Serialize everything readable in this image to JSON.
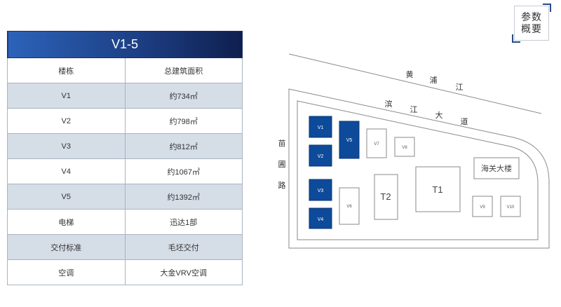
{
  "badge": {
    "line1": "参数",
    "line2": "概要"
  },
  "table": {
    "title": "V1-5",
    "headers": [
      "楼栋",
      "总建筑面积"
    ],
    "rows": [
      [
        "V1",
        "约734㎡"
      ],
      [
        "V2",
        "约798㎡"
      ],
      [
        "V3",
        "约812㎡"
      ],
      [
        "V4",
        "约1067㎡"
      ],
      [
        "V5",
        "约1392㎡"
      ],
      [
        "电梯",
        "迅达1部"
      ],
      [
        "交付标准",
        "毛坯交付"
      ],
      [
        "空调",
        "大金VRV空调"
      ]
    ]
  },
  "map": {
    "roads": {
      "huangpu": [
        "黄",
        "浦",
        "江"
      ],
      "binjiang": [
        "滨",
        "江",
        "大",
        "道"
      ],
      "miaopu": [
        "苗",
        "圃",
        "路"
      ]
    },
    "buildings": {
      "v1": "V1",
      "v2": "V2",
      "v3": "V3",
      "v4": "V4",
      "v5": "V5",
      "v6": "V6",
      "v7": "V7",
      "v8": "V8",
      "v9": "V9",
      "v10": "V10",
      "t1": "T1",
      "t2": "T2",
      "customs": "海关大楼"
    },
    "colors": {
      "highlight": "#0d4a9a",
      "outline": "#8a8a8a"
    }
  }
}
